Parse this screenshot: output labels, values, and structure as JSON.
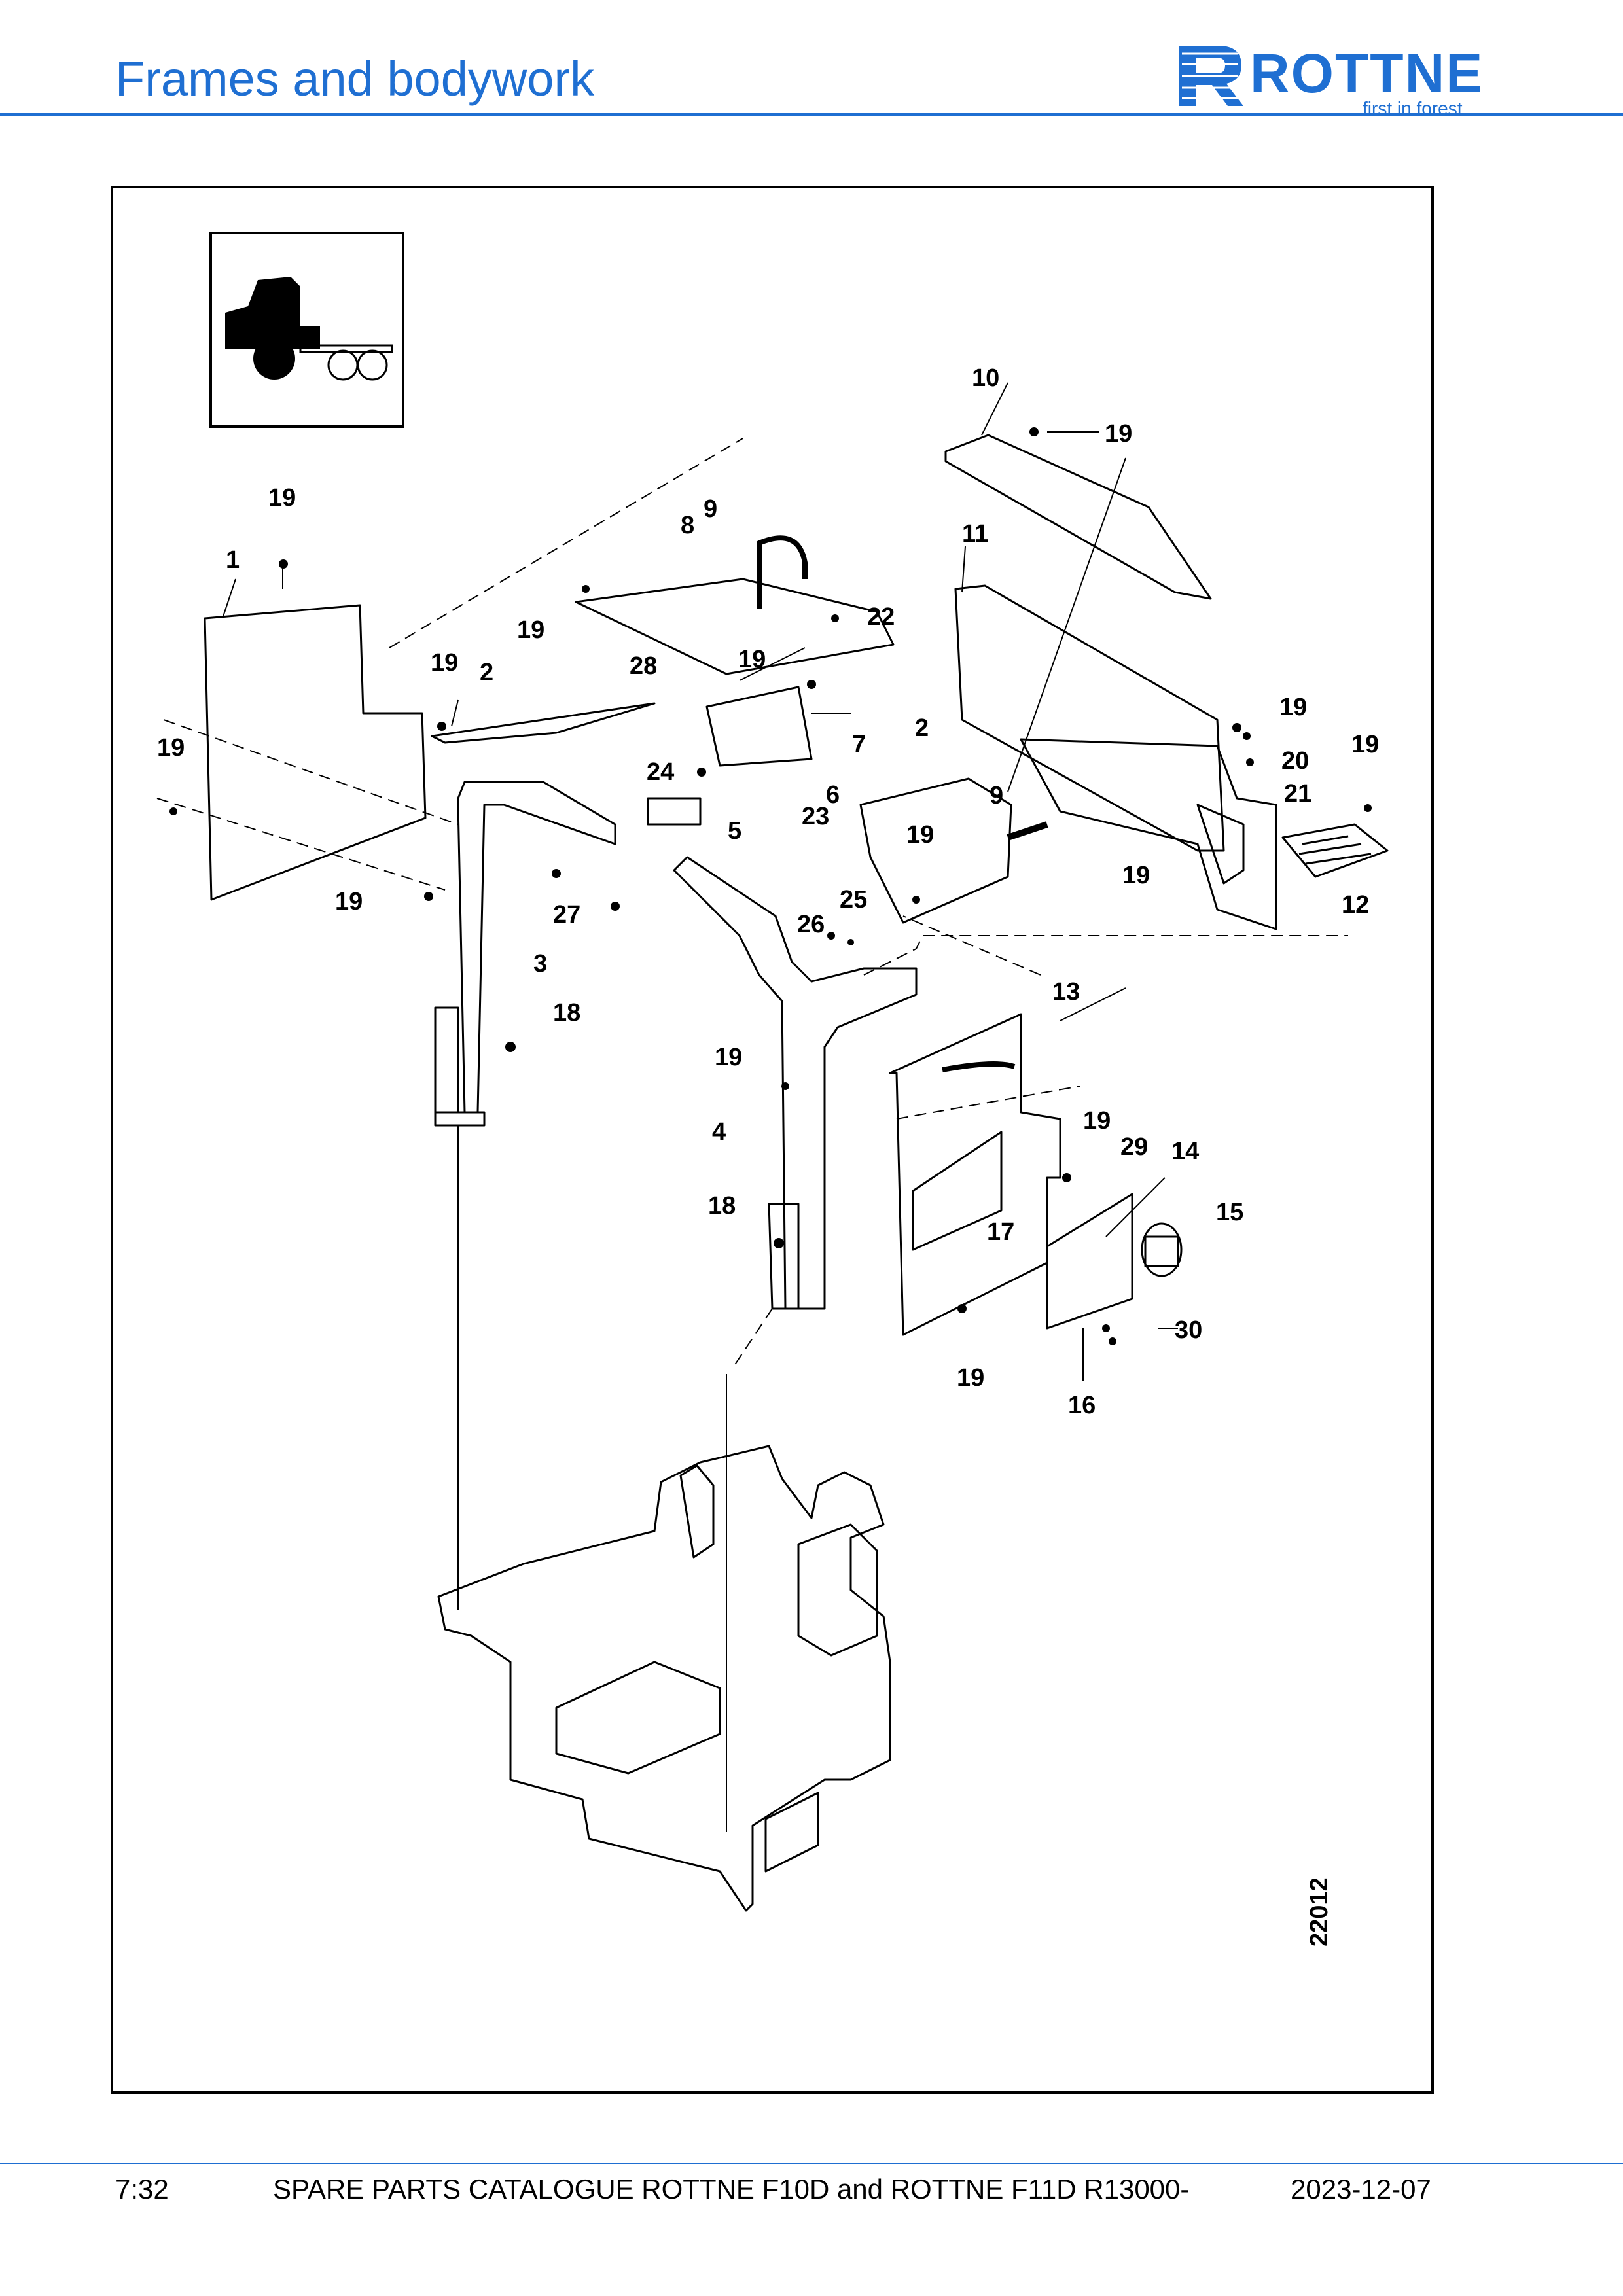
{
  "header": {
    "title": "Frames and bodywork",
    "brand_name": "ROTTNE",
    "brand_tagline": "first in forest",
    "brand_color": "#1f6fd2"
  },
  "figure": {
    "figure_number": "22012",
    "callouts": [
      "10",
      "19",
      "19",
      "9",
      "8",
      "11",
      "1",
      "22",
      "19",
      "19",
      "2",
      "28",
      "19",
      "19",
      "2",
      "7",
      "19",
      "20",
      "19",
      "21",
      "24",
      "6",
      "9",
      "23",
      "5",
      "19",
      "19",
      "12",
      "19",
      "25",
      "27",
      "26",
      "3",
      "13",
      "18",
      "19",
      "4",
      "19",
      "29",
      "14",
      "15",
      "18",
      "17",
      "30",
      "19",
      "16"
    ]
  },
  "footer": {
    "page": "7:32",
    "catalogue": "SPARE PARTS CATALOGUE ROTTNE F10D and ROTTNE F11D R13000-",
    "date": "2023-12-07"
  }
}
